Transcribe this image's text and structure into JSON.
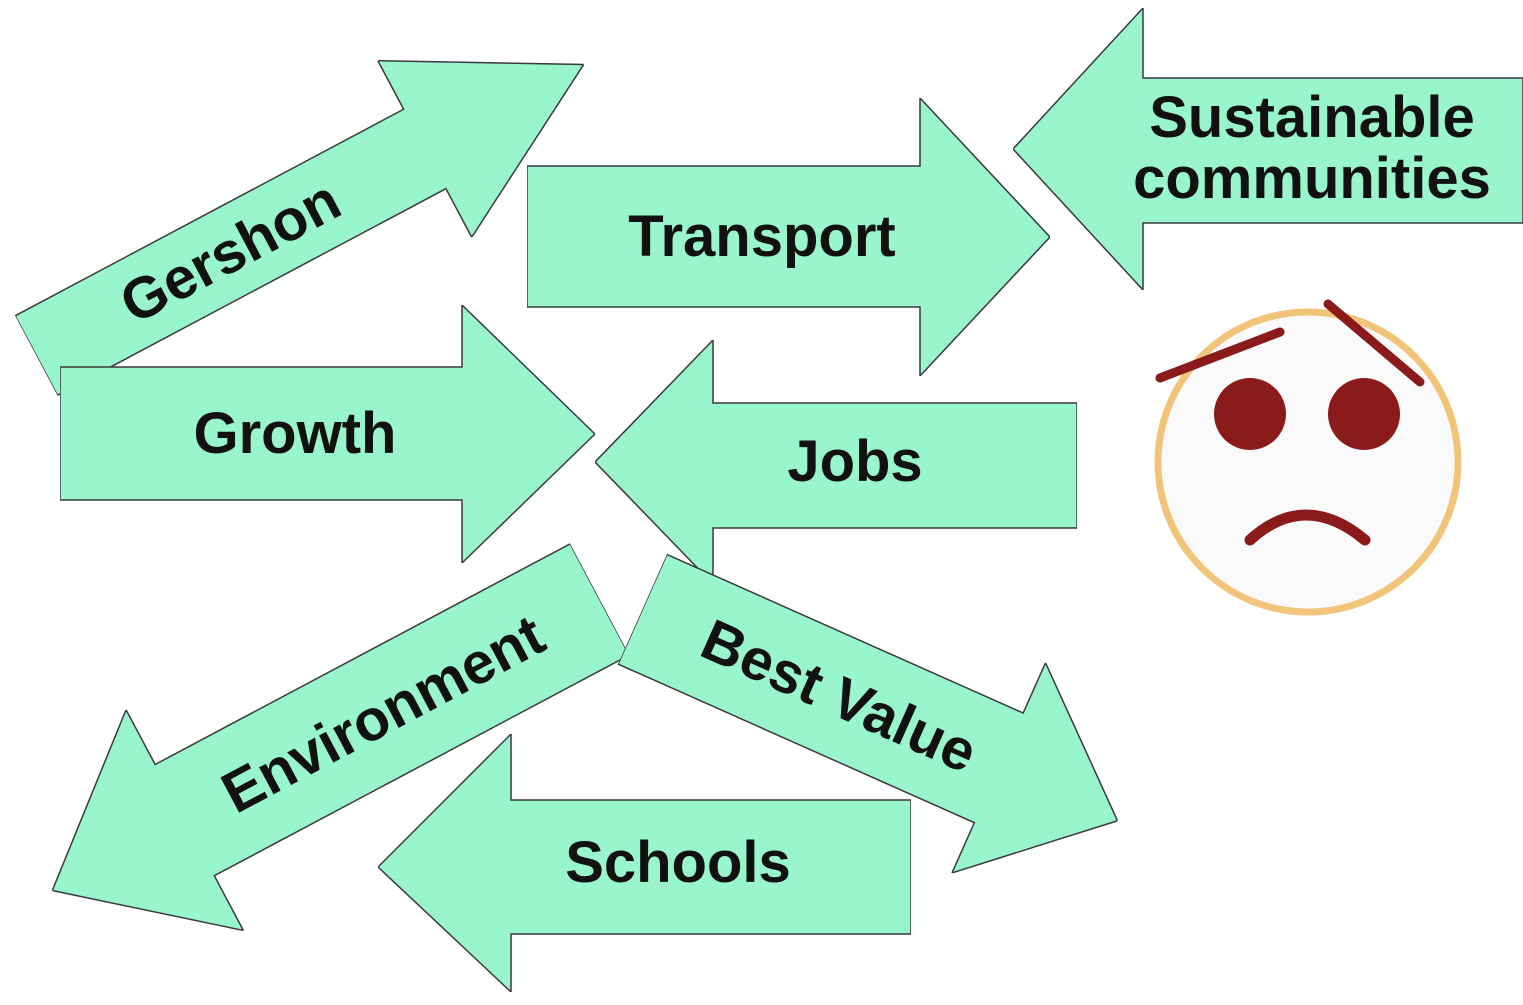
{
  "colors": {
    "arrow_fill": "#99f5cc",
    "arrow_outline": "#3a3a3a",
    "text": "#111111",
    "face_fill": "#fafafa",
    "face_outline": "#f2c47a",
    "face_features": "#8b1a1a"
  },
  "arrows": {
    "gershon": {
      "label": "Gershon",
      "direction": "up-right"
    },
    "transport": {
      "label": "Transport",
      "direction": "right"
    },
    "sustainable": {
      "label": "Sustainable communities",
      "line1": "Sustainable",
      "line2": "communities",
      "direction": "left"
    },
    "growth": {
      "label": "Growth",
      "direction": "right"
    },
    "jobs": {
      "label": "Jobs",
      "direction": "left"
    },
    "environment": {
      "label": "Environment",
      "direction": "down-left"
    },
    "best_value": {
      "label": "Best Value",
      "direction": "down-right"
    },
    "schools": {
      "label": "Schools",
      "direction": "left"
    }
  },
  "face": {
    "expression": "sad",
    "icon": "sad-face-icon"
  }
}
